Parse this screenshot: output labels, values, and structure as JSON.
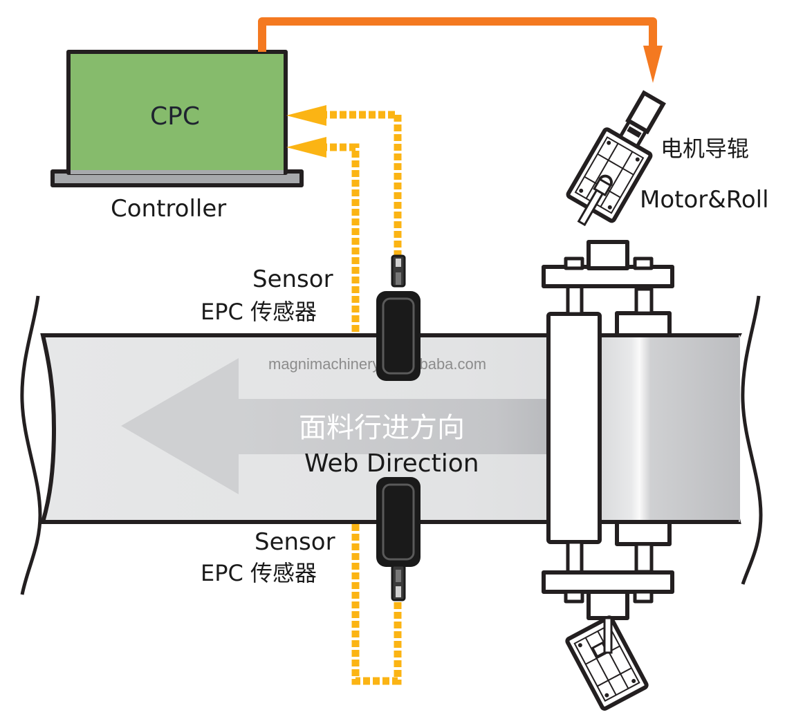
{
  "diagram": {
    "title": "EPC web guiding system",
    "colors": {
      "controller_fill": "#86bb6c",
      "controller_base": "#a7a9ac",
      "feedback_signal": "#fbb414",
      "control_signal": "#f47920",
      "web_fill": "#e6e7e8",
      "arrow_fill": "#cfd0d2",
      "outline": "#231f20",
      "sensor_body": "#1a1a1a"
    },
    "controller": {
      "device_label": "CPC",
      "caption": "Controller"
    },
    "sensors": [
      {
        "id": "top",
        "label_en": "Sensor",
        "label_cn": "EPC 传感器"
      },
      {
        "id": "bottom",
        "label_en": "Sensor",
        "label_cn": "EPC 传感器"
      }
    ],
    "actuator": {
      "label_cn": "电机导辊",
      "label_en": "Motor&Roll"
    },
    "web": {
      "direction_cn": "面料行进方向",
      "direction_en": "Web Direction",
      "direction": "left"
    },
    "watermark": "magnimachinery.en.alibaba.com",
    "connections": [
      {
        "from": "sensor-top",
        "to": "controller",
        "type": "feedback-signal",
        "style": "dashed"
      },
      {
        "from": "sensor-bottom",
        "to": "controller",
        "type": "feedback-signal",
        "style": "dashed"
      },
      {
        "from": "controller",
        "to": "motor-roll",
        "type": "control-signal",
        "style": "solid"
      }
    ]
  }
}
